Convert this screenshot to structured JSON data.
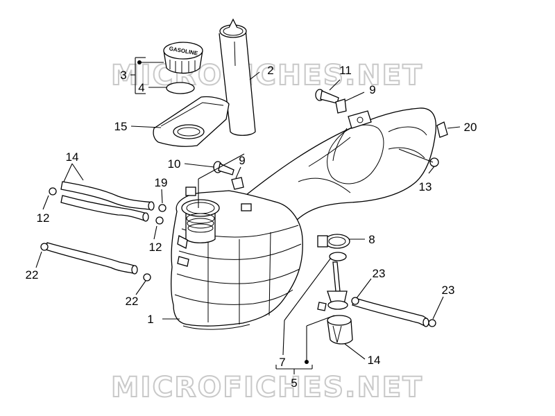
{
  "watermark": {
    "text": "MICROFICHES.NET"
  },
  "cap_label": "GASOLINE",
  "callouts": {
    "c1": "1",
    "c2": "2",
    "c3": "3",
    "c4": "4",
    "c5": "5",
    "c7": "7",
    "c8": "8",
    "c9a": "9",
    "c9b": "9",
    "c10": "10",
    "c11": "11",
    "c12a": "12",
    "c12b": "12",
    "c13": "13",
    "c14a": "14",
    "c14b": "14",
    "c15": "15",
    "c19": "19",
    "c20": "20",
    "c22a": "22",
    "c22b": "22",
    "c23a": "23",
    "c23b": "23"
  }
}
